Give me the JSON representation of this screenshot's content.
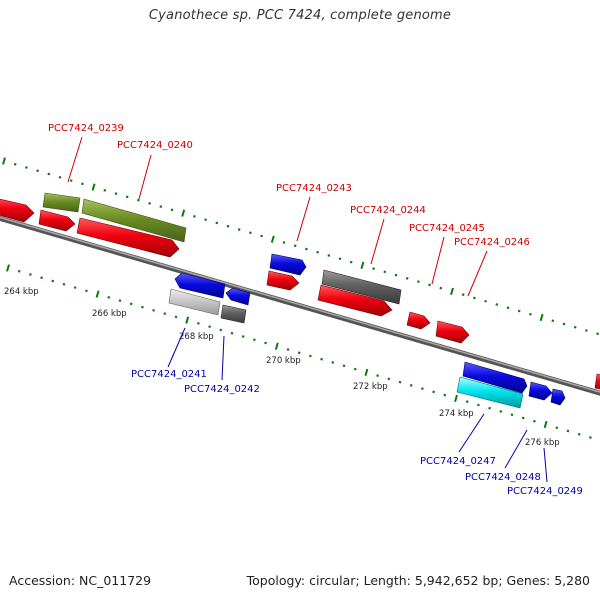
{
  "title": "Cyanothece sp. PCC 7424, complete genome",
  "footer": {
    "accession": "Accession: NC_011729",
    "genome_info": "Topology: circular; Length: 5,942,652 bp; Genes: 5,280"
  },
  "kbp_labels": [
    "264 kbp",
    "266 kbp",
    "268 kbp",
    "270 kbp",
    "272 kbp",
    "274 kbp",
    "276 kbp"
  ],
  "locus_tags_top": [
    "PCC7424_0239",
    "PCC7424_0240",
    "PCC7424_0243",
    "PCC7424_0244",
    "PCC7424_0245",
    "PCC7424_0246"
  ],
  "locus_tags_bottom": [
    "PCC7424_0241",
    "PCC7424_0242",
    "PCC7424_0247",
    "PCC7424_0248",
    "PCC7424_0249"
  ],
  "colors": {
    "forward_label": "#cc0000",
    "reverse_label": "#0000aa",
    "cds_red": "#e8000a",
    "cds_blue": "#0a0ae0",
    "cds_olive": "#6b8e23",
    "cds_gray": "#555555",
    "cds_lightgray": "#c8c8c8",
    "cds_cyan": "#00e5ee",
    "tick_green": "#0a7a0a",
    "backbone": "#777777"
  }
}
